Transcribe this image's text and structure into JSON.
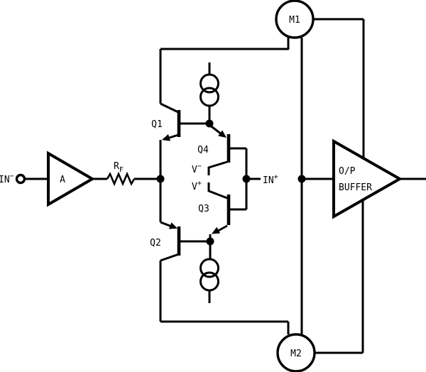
{
  "diagram": {
    "colors": {
      "stroke": "#000000",
      "background": "#ffffff"
    },
    "labels": {
      "in_neg": {
        "base": "IN",
        "sup": "−"
      },
      "in_pos": {
        "base": "IN",
        "sup": "+"
      },
      "buffer_a": "A",
      "rf": {
        "base": "R",
        "sub": "F"
      },
      "q1": "Q1",
      "q2": "Q2",
      "q3": "Q3",
      "q4": "Q4",
      "v_neg": {
        "base": "V",
        "sup": "−"
      },
      "v_pos": {
        "base": "V",
        "sup": "+"
      },
      "m1": "M1",
      "m2": "M2",
      "op_buffer": {
        "line1": "O/P",
        "line2": "BUFFER"
      }
    }
  }
}
